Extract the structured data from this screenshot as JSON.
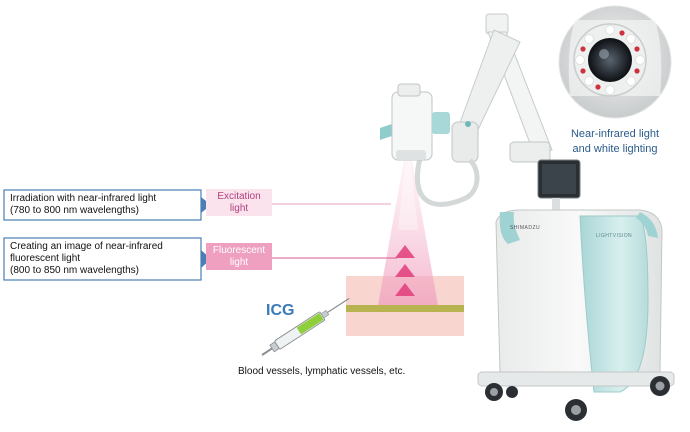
{
  "labels": {
    "irradiation": [
      "Irradiation with near-infrared light",
      "(780 to 800 nm wavelengths)"
    ],
    "imaging": [
      "Creating an image of near-infrared",
      "fluorescent light",
      "(800 to 850 nm wavelengths)"
    ],
    "excitation": [
      "Excitation",
      "light"
    ],
    "fluorescent": [
      "Fluorescent",
      "light"
    ],
    "icg": "ICG",
    "vessels": "Blood vessels, lymphatic vessels, etc.",
    "callout": [
      "Near-infrared light",
      "and white lighting"
    ],
    "brand": "SHIMADZU",
    "product": "LIGHTVISION"
  },
  "colors": {
    "box_border": "#4a7fb5",
    "beam": "#f3b3cb",
    "excitation_fill": "#fbe3ee",
    "fluorescent_fill": "#efa0c0",
    "arrow": "#e23d7b",
    "tissue": "#f8d6cf",
    "vessel": "#b7b350",
    "icg_text": "#3a7ab8",
    "callout_text": "#2a5b8a",
    "panel_teal": "#c6e5e5"
  }
}
